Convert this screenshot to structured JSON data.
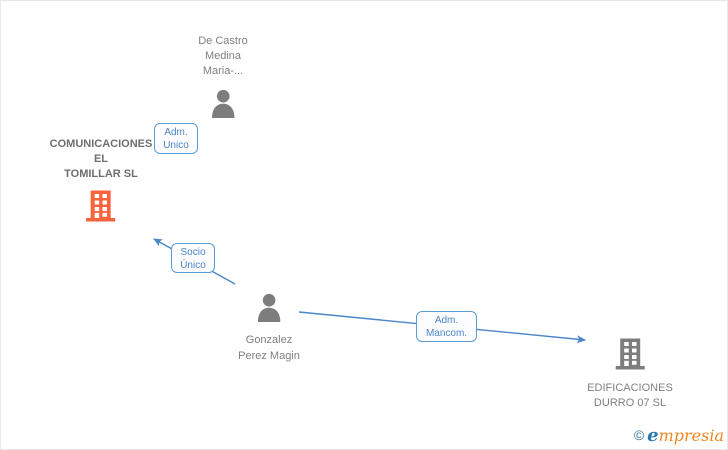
{
  "diagram": {
    "nodes": {
      "de_castro": {
        "type": "person",
        "icon": "person-icon",
        "lines": [
          "De Castro",
          "Medina",
          "Maria-..."
        ]
      },
      "comunicaciones": {
        "type": "company",
        "icon": "building-icon",
        "highlighted": true,
        "lines": [
          "COMUNICACIONES",
          "EL",
          "TOMILLAR SL"
        ]
      },
      "gonzalez": {
        "type": "person",
        "icon": "person-icon",
        "lines": [
          "Gonzalez",
          "Perez Magin"
        ]
      },
      "edificaciones": {
        "type": "company",
        "icon": "building-icon",
        "highlighted": false,
        "lines": [
          "EDIFICACIONES",
          "DURRO 07 SL"
        ]
      }
    },
    "edge_labels": {
      "adm_unico": {
        "lines": [
          "Adm.",
          "Unico"
        ]
      },
      "socio_unico": {
        "lines": [
          "Socio",
          "Único"
        ]
      },
      "adm_mancom": {
        "lines": [
          "Adm.",
          "Mancom."
        ]
      }
    },
    "colors": {
      "edge_blue": "#4a86c8",
      "label_border_blue": "#5b9bd5",
      "label_text_blue": "#4a86c8",
      "highlight_orange": "#f9633e",
      "icon_gray": "#7d7d7d",
      "text_gray": "#808080",
      "company_text_gray": "#6e6e6e"
    }
  },
  "footer": {
    "copyright_symbol": "©",
    "brand_initial": "e",
    "brand_rest": "mpresia"
  }
}
